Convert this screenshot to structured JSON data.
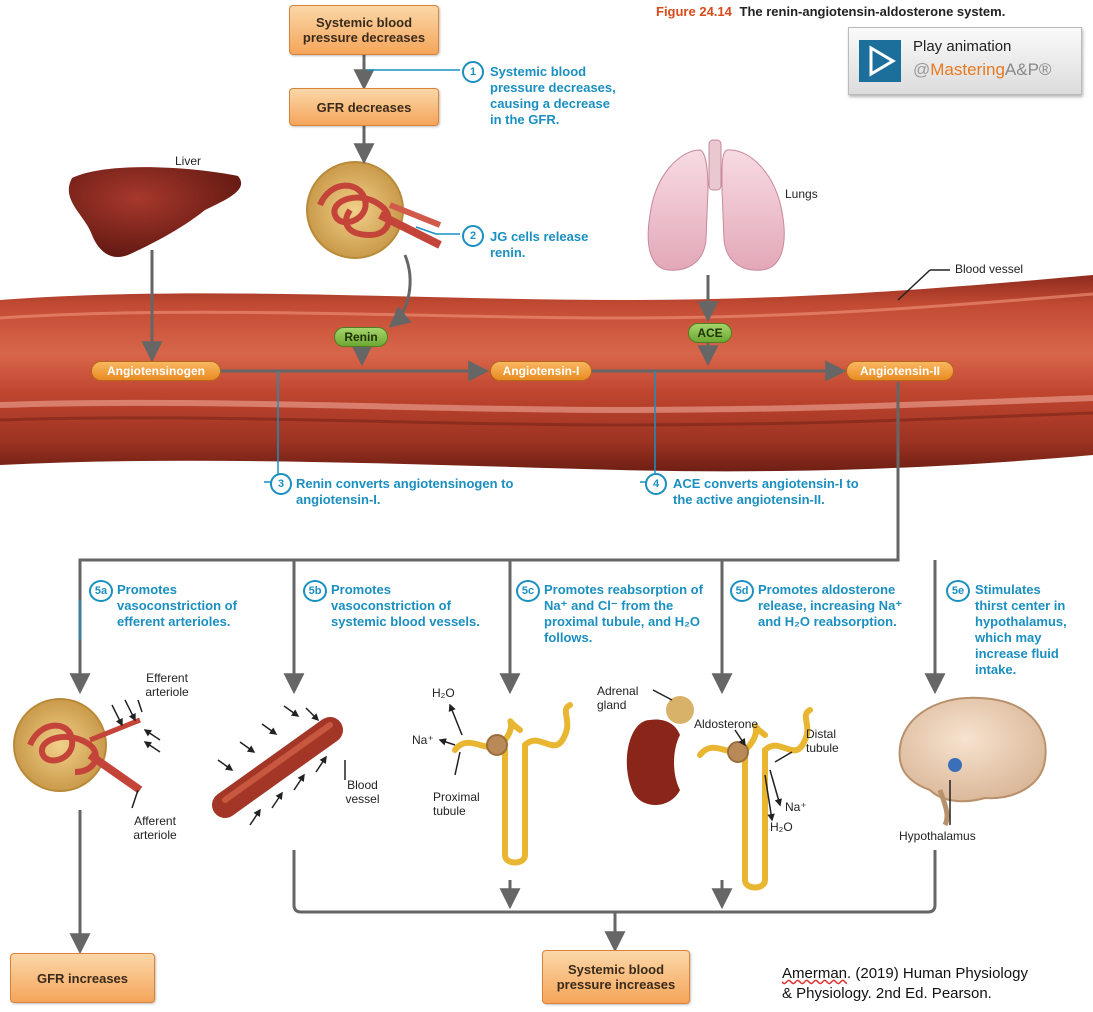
{
  "figure": {
    "number": "Figure 24.14",
    "title": "The renin-angiotensin-aldosterone system."
  },
  "animation": {
    "play_label": "Play animation",
    "brand_prefix": "@",
    "brand_name": "Mastering",
    "brand_suffix": "A&P®"
  },
  "boxes": {
    "bp_decreases": "Systemic blood pressure decreases",
    "gfr_decreases": "GFR decreases",
    "gfr_increases": "GFR increases",
    "bp_increases": "Systemic blood pressure increases"
  },
  "molecules": {
    "angiotensinogen": "Angiotensinogen",
    "angiotensin_i": "Angiotensin-I",
    "angiotensin_ii": "Angiotensin-II",
    "renin": "Renin",
    "ace": "ACE"
  },
  "organs": {
    "liver": "Liver",
    "lungs": "Lungs",
    "blood_vessel": "Blood vessel"
  },
  "steps": [
    {
      "num": "1",
      "text": "Systemic blood pressure decreases, causing a decrease in the GFR."
    },
    {
      "num": "2",
      "text": "JG cells release renin."
    },
    {
      "num": "3",
      "text": "Renin converts angiotensinogen to angiotensin-I."
    },
    {
      "num": "4",
      "text": "ACE converts angiotensin-I to the active angiotensin-II."
    },
    {
      "num": "5a",
      "text": "Promotes vasoconstriction of efferent arterioles."
    },
    {
      "num": "5b",
      "text": "Promotes vasoconstriction of systemic blood vessels."
    },
    {
      "num": "5c",
      "text": "Promotes reabsorption of Na⁺ and Cl⁻ from the proximal tubule, and H₂O follows."
    },
    {
      "num": "5d",
      "text": "Promotes aldosterone release, increasing Na⁺ and H₂O reabsorption."
    },
    {
      "num": "5e",
      "text": "Stimulates thirst center in hypothalamus, which may increase fluid intake."
    }
  ],
  "labels": {
    "efferent_arteriole": "Efferent arteriole",
    "afferent_arteriole": "Afferent arteriole",
    "blood_vessel_small": "Blood vessel",
    "h2o_a": "H₂O",
    "na_a": "Na⁺",
    "proximal_tubule": "Proximal tubule",
    "adrenal_gland": "Adrenal gland",
    "aldosterone": "Aldosterone",
    "distal_tubule": "Distal tubule",
    "na_b": "Na⁺",
    "h2o_b": "H₂O",
    "hypothalamus": "Hypothalamus"
  },
  "citation": {
    "author": "Amerman",
    "rest_line1": ". (2019) Human Physiology",
    "line2": "& Physiology. 2nd Ed. Pearson."
  }
}
